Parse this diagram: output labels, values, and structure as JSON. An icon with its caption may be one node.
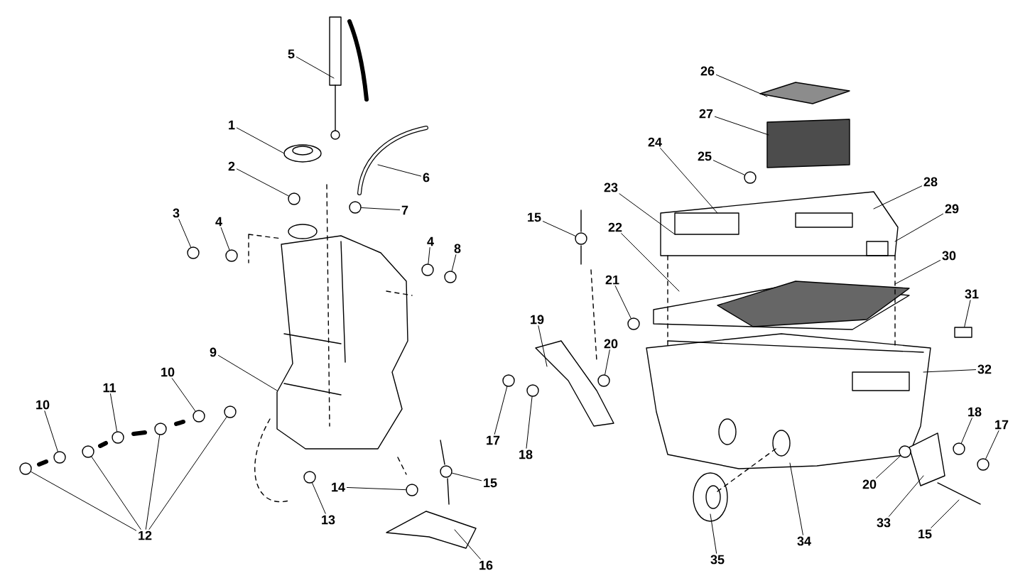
{
  "diagram": {
    "nodes": [
      {
        "text": [
          "26"
        ]
      },
      {
        "text": [
          "5"
        ]
      },
      {
        "text": [
          "27"
        ]
      },
      {
        "text": [
          "1"
        ]
      },
      {
        "text": [
          "24"
        ]
      },
      {
        "text": [
          "25"
        ]
      },
      {
        "text": [
          "2"
        ]
      },
      {
        "text": [
          "6"
        ]
      },
      {
        "text": [
          "28"
        ]
      },
      {
        "text": [
          "23"
        ]
      },
      {
        "text": [
          "7"
        ]
      },
      {
        "text": [
          "3"
        ]
      },
      {
        "text": [
          "29"
        ]
      },
      {
        "text": [
          "15"
        ]
      },
      {
        "text": [
          "4"
        ]
      },
      {
        "text": [
          "22"
        ]
      },
      {
        "text": [
          "4"
        ]
      },
      {
        "text": [
          "8"
        ]
      },
      {
        "text": [
          "30"
        ]
      },
      {
        "text": [
          "21"
        ]
      },
      {
        "text": [
          "31"
        ]
      },
      {
        "text": [
          "19"
        ]
      },
      {
        "text": [
          "20"
        ]
      },
      {
        "text": [
          "9"
        ]
      },
      {
        "text": [
          "32"
        ]
      },
      {
        "text": [
          "10"
        ]
      },
      {
        "text": [
          "11"
        ]
      },
      {
        "text": [
          "10"
        ]
      },
      {
        "text": [
          "18"
        ]
      },
      {
        "text": [
          "17"
        ]
      },
      {
        "text": [
          "17"
        ]
      },
      {
        "text": [
          "18"
        ]
      },
      {
        "text": [
          "15"
        ]
      },
      {
        "text": [
          "20"
        ]
      },
      {
        "text": [
          "14"
        ]
      },
      {
        "text": [
          "13"
        ]
      },
      {
        "text": [
          "33"
        ]
      },
      {
        "text": [
          "15"
        ]
      },
      {
        "text": [
          "12"
        ]
      },
      {
        "text": [
          "34"
        ]
      },
      {
        "text": [
          "35"
        ]
      },
      {
        "text": [
          "16"
        ]
      },
      {
        "text": [],
        "shape": "circle"
      },
      {
        "text": [],
        "shape": "circle"
      },
      {
        "text": [],
        "shape": "circle"
      },
      {
        "text": [],
        "shape": "circle"
      },
      {
        "text": [],
        "shape": "circle"
      },
      {
        "text": [],
        "shape": "circle"
      },
      {
        "text": [],
        "shape": "circle"
      },
      {
        "text": [],
        "shape": "circle"
      },
      {
        "text": [],
        "shape": "box"
      },
      {
        "text": [],
        "shape": "circle"
      },
      {
        "text": [],
        "shape": "circle"
      },
      {
        "text": [],
        "shape": "circle"
      },
      {
        "text": [],
        "shape": "circle"
      },
      {
        "text": [],
        "shape": "circle"
      },
      {
        "text": [],
        "shape": "circle"
      },
      {
        "text": [],
        "shape": "circle"
      },
      {
        "text": [],
        "shape": "circle"
      },
      {
        "text": [],
        "shape": "circle"
      },
      {
        "text": [],
        "shape": "circle"
      },
      {
        "text": [],
        "shape": "circle"
      },
      {
        "text": [],
        "shape": "circle"
      },
      {
        "text": [],
        "shape": "circle"
      },
      {
        "text": [],
        "shape": "circle"
      },
      {
        "text": [],
        "shape": "circle"
      },
      {
        "text": [],
        "shape": "circle"
      },
      {
        "text": [],
        "shape": "circle"
      }
    ],
    "edges": [
      {
        "from": 0,
        "to": null,
        "arrow": "none"
      },
      {
        "from": 1,
        "to": null,
        "arrow": "none"
      },
      {
        "from": 2,
        "to": null,
        "arrow": "none"
      },
      {
        "from": 3,
        "to": null,
        "arrow": "none"
      },
      {
        "from": 4,
        "to": null,
        "arrow": "none"
      },
      {
        "from": 5,
        "to": 42,
        "arrow": "none"
      },
      {
        "from": 6,
        "to": 43,
        "arrow": "none"
      },
      {
        "from": 7,
        "to": null,
        "arrow": "none"
      },
      {
        "from": 8,
        "to": null,
        "arrow": "none"
      },
      {
        "from": 9,
        "to": null,
        "arrow": "none"
      },
      {
        "from": 10,
        "to": 44,
        "arrow": "none"
      },
      {
        "from": 11,
        "to": 45,
        "arrow": "none"
      },
      {
        "from": 12,
        "to": null,
        "arrow": "none"
      },
      {
        "from": 13,
        "to": 67,
        "arrow": "none"
      },
      {
        "from": 14,
        "to": 46,
        "arrow": "none"
      },
      {
        "from": 15,
        "to": null,
        "arrow": "none"
      },
      {
        "from": 16,
        "to": 47,
        "arrow": "none"
      },
      {
        "from": 17,
        "to": 48,
        "arrow": "none"
      },
      {
        "from": 18,
        "to": null,
        "arrow": "none"
      },
      {
        "from": 19,
        "to": 49,
        "arrow": "none"
      },
      {
        "from": 20,
        "to": 50,
        "arrow": "none"
      },
      {
        "from": 21,
        "to": null,
        "arrow": "none"
      },
      {
        "from": 22,
        "to": 51,
        "arrow": "none"
      },
      {
        "from": 23,
        "to": null,
        "arrow": "none"
      },
      {
        "from": 24,
        "to": null,
        "arrow": "none"
      },
      {
        "from": 25,
        "to": 57,
        "arrow": "none"
      },
      {
        "from": 26,
        "to": 55,
        "arrow": "none"
      },
      {
        "from": 27,
        "to": 53,
        "arrow": "none"
      },
      {
        "from": 28,
        "to": 59,
        "arrow": "none"
      },
      {
        "from": 29,
        "to": 60,
        "arrow": "none"
      },
      {
        "from": 30,
        "to": 61,
        "arrow": "none"
      },
      {
        "from": 31,
        "to": 62,
        "arrow": "none"
      },
      {
        "from": 32,
        "to": 63,
        "arrow": "none"
      },
      {
        "from": 33,
        "to": 64,
        "arrow": "none"
      },
      {
        "from": 34,
        "to": 65,
        "arrow": "none"
      },
      {
        "from": 35,
        "to": 66,
        "arrow": "none"
      },
      {
        "from": 36,
        "to": null,
        "arrow": "none"
      },
      {
        "from": 37,
        "to": null,
        "arrow": "none"
      },
      {
        "from": 38,
        "to": 52,
        "arrow": "none"
      },
      {
        "from": 38,
        "to": 54,
        "arrow": "none"
      },
      {
        "from": 38,
        "to": 56,
        "arrow": "none"
      },
      {
        "from": 38,
        "to": 58,
        "arrow": "none"
      },
      {
        "from": 39,
        "to": null,
        "arrow": "none"
      },
      {
        "from": 40,
        "to": null,
        "arrow": "none"
      },
      {
        "from": 41,
        "to": null,
        "arrow": "none"
      }
    ]
  }
}
